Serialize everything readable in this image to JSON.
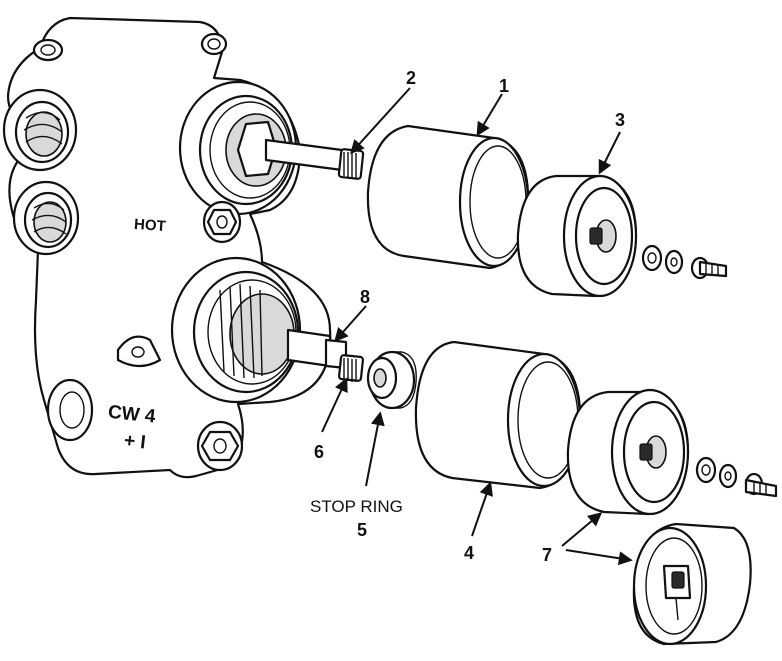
{
  "callouts": {
    "c1": "1",
    "c2": "2",
    "c3": "3",
    "c4": "4",
    "c6": "6",
    "c7": "7",
    "c8": "8",
    "c5_text": "STOP RING",
    "c5_num": "5"
  },
  "body_markings": {
    "hot": "HOT",
    "cw": "CW 4",
    "plus": "+ I"
  }
}
